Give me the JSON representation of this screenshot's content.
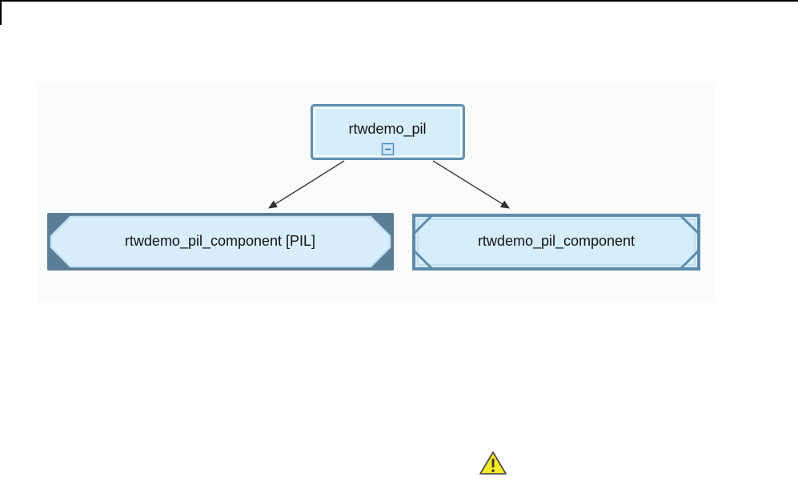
{
  "window": {
    "frame_line_color": "#000000",
    "background": "#ffffff"
  },
  "canvas": {
    "background": "#fafbfb"
  },
  "diagram": {
    "root_node": {
      "label": "rtwdemo_pil",
      "collapse_icon": "minus-collapse-icon",
      "collapse_state": "expanded"
    },
    "child_nodes": [
      {
        "label": "rtwdemo_pil_component [PIL]",
        "variant": "pil-protected-frame"
      },
      {
        "label": "rtwdemo_pil_component",
        "variant": "model-reference"
      }
    ],
    "edges": [
      {
        "from": "rtwdemo_pil",
        "to": "rtwdemo_pil_component [PIL]"
      },
      {
        "from": "rtwdemo_pil",
        "to": "rtwdemo_pil_component"
      }
    ],
    "colors": {
      "node_fill": "#d6edfb",
      "node_border": "#5e8ca8",
      "node_border_top": "#6090b0",
      "pil_outer_frame": "#5a7e96",
      "pil_inner_fill": "#d9eefc",
      "pil_inner_edge": "#c6e1f2",
      "arrow": "#3c3c3c",
      "collapse_button_fill": "#cfe7f8",
      "collapse_button_border": "#4d8fbf"
    }
  },
  "status": {
    "warning_icon": "warning-triangle-icon",
    "warning_fill": "#f8ec26",
    "warning_border": "#50504a"
  }
}
